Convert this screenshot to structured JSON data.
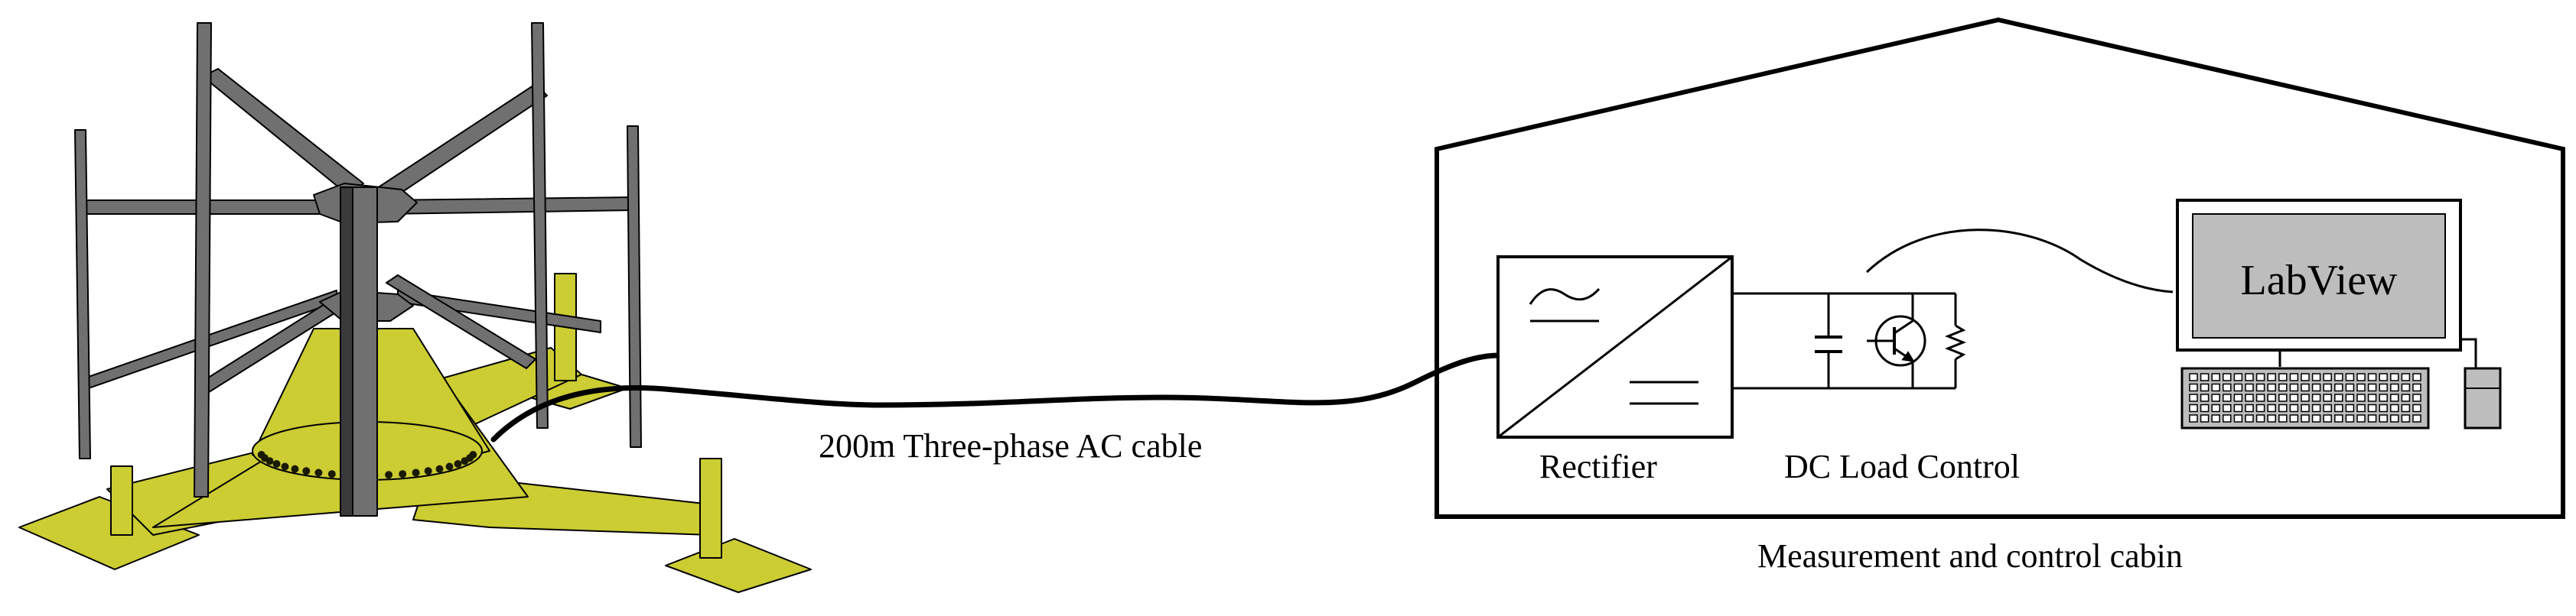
{
  "labels": {
    "cable": "200m Three-phase AC cable",
    "rectifier": "Rectifier",
    "dc_load_control": "DC Load Control",
    "labview": "LabView",
    "cabin": "Measurement and control cabin"
  },
  "colors": {
    "base_yellow": "#cccc33",
    "base_yellow_dark": "#9a9a1e",
    "turbine_gray": "#707070",
    "turbine_gray_dark": "#3a3a3a",
    "screen_gray": "#bdbdbd",
    "line": "#000000"
  },
  "icons": {
    "rectifier_symbol": "ac-to-dc-rectifier-icon",
    "transistor": "npn-transistor-icon",
    "capacitor": "capacitor-icon",
    "resistor": "resistor-icon",
    "keyboard": "keyboard-icon",
    "mouse": "mouse-icon"
  }
}
